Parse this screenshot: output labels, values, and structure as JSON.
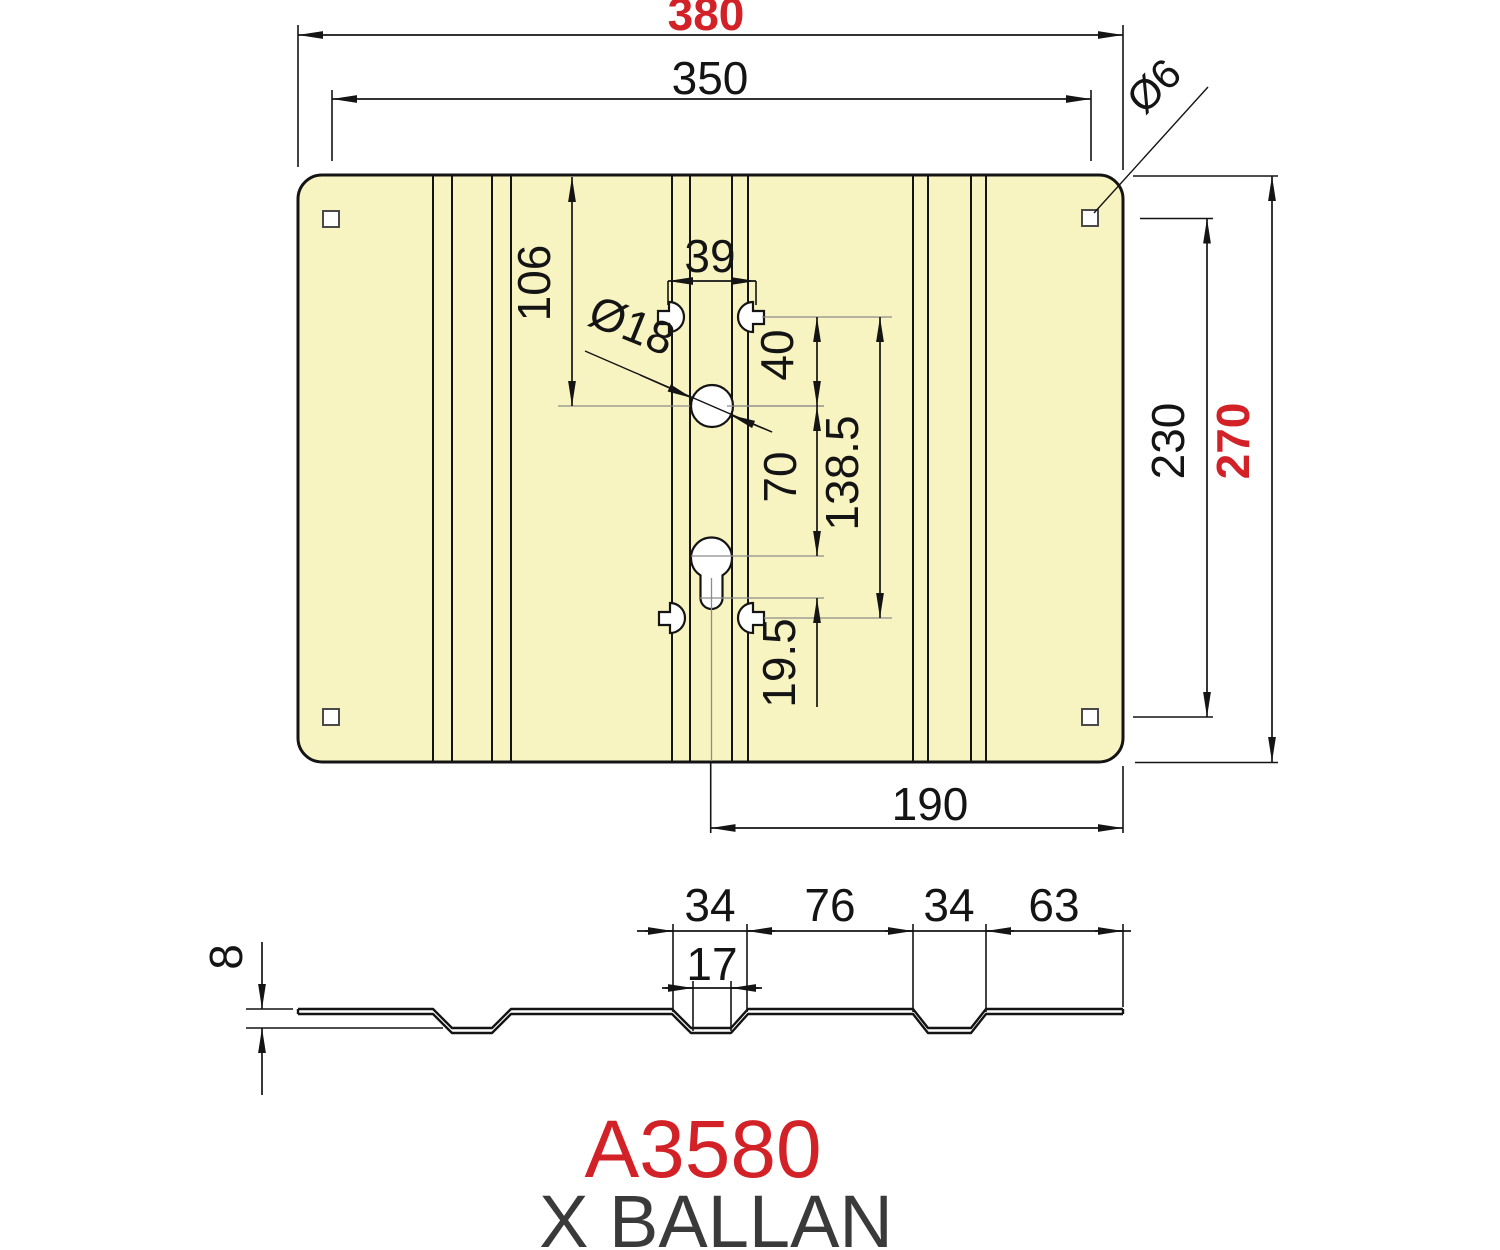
{
  "title": {
    "model": "A3580",
    "brand": "X BALLAN"
  },
  "colors": {
    "accent_red": "#D22127",
    "plate_fill": "#F8F4C1",
    "line_black": "#141414",
    "centerline_gray": "#8C8C8C",
    "brand_gray": "#3A3A3A"
  },
  "top_view": {
    "dims": {
      "overall_width": "380",
      "corner_hole_span_h": "350",
      "corner_hole_dia": "Ø6",
      "top_to_center_hole": "106",
      "slot_hole_pair_span": "39",
      "center_hole_dia": "Ø18",
      "slot_to_center_hole": "40",
      "center_to_keyhole": "70",
      "keyhole_slot_drop": "19.5",
      "slot_column_span": "138.5",
      "center_to_right_edge": "190",
      "corner_hole_span_v": "230",
      "overall_height": "270"
    }
  },
  "section_view": {
    "dims": {
      "center_channel_width": "34",
      "flat_between_channels": "76",
      "right_channel_width": "34",
      "right_flat": "63",
      "channel_bottom_width": "17",
      "channel_depth": "8"
    }
  }
}
